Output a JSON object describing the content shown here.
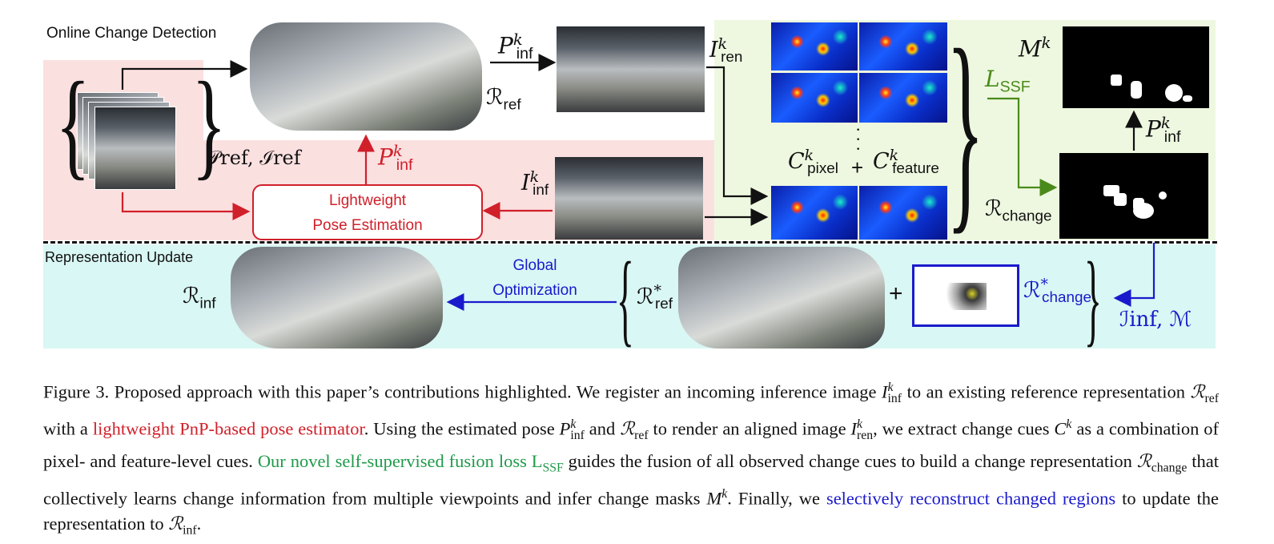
{
  "diagram": {
    "section_top_title": "Online Change Detection",
    "section_bottom_title": "Representation Update",
    "labels": {
      "p_ref_i_ref": "𝒫ref, ℐref",
      "p_inf_top_base": "P",
      "p_inf_sup": "k",
      "p_inf_sub": "inf",
      "r_ref_base": "ℛ",
      "r_ref_sub": "ref",
      "i_inf_base": "I",
      "i_inf_sup": "k",
      "i_inf_sub": "inf",
      "i_ren_base": "I",
      "i_ren_sup": "k",
      "i_ren_sub": "ren",
      "c_pixel_base": "C",
      "c_pixel_sup": "k",
      "c_pixel_sub": "pixel",
      "plus": "+",
      "c_feature_base": "C",
      "c_feature_sup": "k",
      "c_feature_sub": "feature",
      "l_ssf_base": "L",
      "l_ssf_sub": "SSF",
      "m_k_base": "M",
      "m_k_sup": "k",
      "r_change_base": "ℛ",
      "r_change_sub": "change",
      "p_inf_mask_base": "P",
      "p_inf_mask_sup": "k",
      "p_inf_mask_sub": "inf",
      "r_inf_base": "ℛ",
      "r_inf_sub": "inf",
      "r_ref_star_base": "ℛ",
      "r_ref_star_sup": "*",
      "r_ref_star_sub": "ref",
      "r_change_star_base": "ℛ",
      "r_change_star_sup": "*",
      "r_change_star_sub": "change",
      "i_inf_m": "ℐinf, ℳ",
      "plus_bottom": "+"
    },
    "boxes": {
      "pose_estimation": [
        "Lightweight",
        "Pose Estimation"
      ],
      "global_optimization": [
        "Global",
        "Optimization"
      ]
    },
    "colors": {
      "pink_region": "#fbe0e0",
      "green_region": "#eef8e0",
      "cyan_region": "#d9f7f4",
      "red_accent": "#d0202a",
      "green_accent": "#4a8a1a",
      "blue_accent": "#1a1acc"
    }
  },
  "caption": {
    "seg1": "Figure 3.  Proposed approach with this paper’s contributions highlighted.  We register an incoming inference image ",
    "seg2": " to an existing reference representation ",
    "seg3": " with a ",
    "seg_red": "lightweight PnP-based pose estimator",
    "seg4": ".  Using the estimated pose ",
    "seg5": " and ",
    "seg6": " to render an aligned image ",
    "seg7": ", we extract change cues ",
    "seg8": " as a combination of pixel- and feature-level cues. ",
    "seg_green": "Our novel self-supervised fusion loss L",
    "seg_green_sub": "SSF",
    "seg9": " guides the fusion of all observed change cues to build a change representation ",
    "seg10": " that collectively learns change information from multiple viewpoints and infer change masks ",
    "seg11": ". Finally, we ",
    "seg_blue": "selectively reconstruct changed regions",
    "seg12": " to update the representation to ",
    "seg13": ".",
    "m_I": "I",
    "m_inf": "inf",
    "m_k": "k",
    "m_R": "ℛ",
    "m_ref": "ref",
    "m_P": "P",
    "m_ren": "ren",
    "m_C": "C",
    "m_change": "change",
    "m_M": "M"
  }
}
